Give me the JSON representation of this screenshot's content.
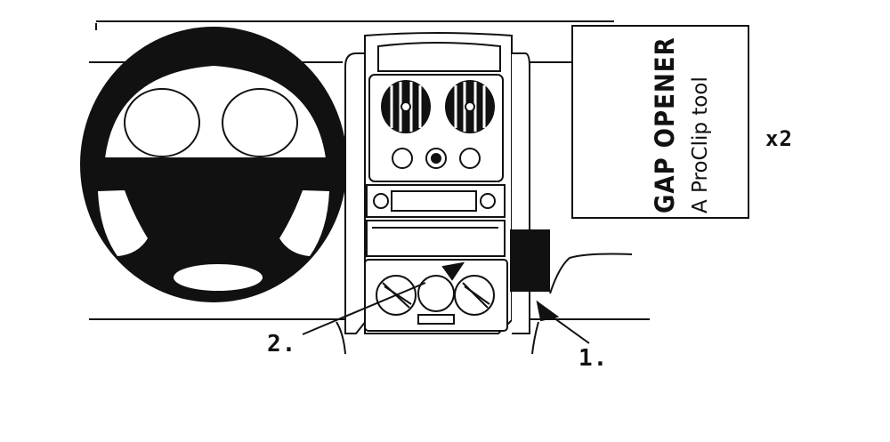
{
  "callouts": {
    "one": "1.",
    "two": "2."
  },
  "tool": {
    "title": "GAP OPENER",
    "subtitle": "A ProClip tool",
    "quantity": "x2"
  },
  "colors": {
    "ink": "#111111",
    "background": "#ffffff"
  }
}
